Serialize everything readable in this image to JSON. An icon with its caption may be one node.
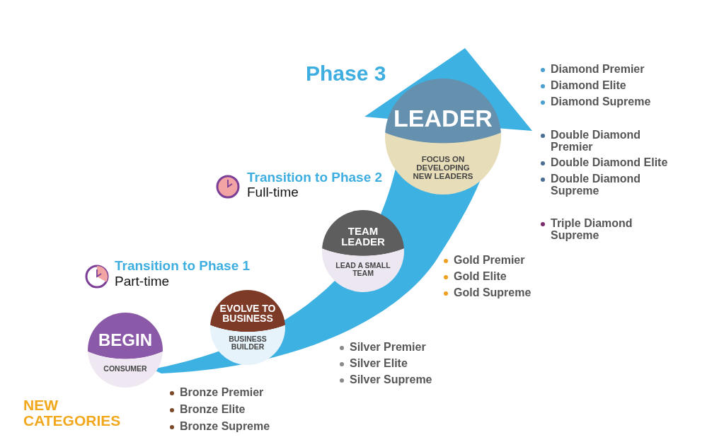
{
  "diagram": {
    "nodes": [
      {
        "text": [
          "BEGIN",
          "CONSUMER"
        ]
      },
      {
        "text": [
          "EVOLVE TO BUSINESS",
          "BUSINESS BUILDER"
        ]
      },
      {
        "text": [
          "TEAM LEADER",
          "LEAD A SMALL TEAM"
        ]
      },
      {
        "text": [
          "LEADER",
          "FOCUS ON DEVELOPING NEW LEADERS"
        ]
      }
    ],
    "edges": [],
    "labels": [
      "Phase 3",
      "Transition to Phase 2",
      "Full-time",
      "Transition to Phase 1",
      "Part-time",
      "Diamond Premier",
      "Diamond Elite",
      "Diamond Supreme",
      "Double Diamond Premier",
      "Double Diamond Elite",
      "Double Diamond Supreme",
      "Triple Diamond Supreme",
      "Gold Premier",
      "Gold Elite",
      "Gold Supreme",
      "Silver Premier",
      "Silver Elite",
      "Silver Supreme",
      "Bronze Premier",
      "Bronze Elite",
      "Bronze Supreme",
      "NEW CATEGORIES"
    ]
  }
}
